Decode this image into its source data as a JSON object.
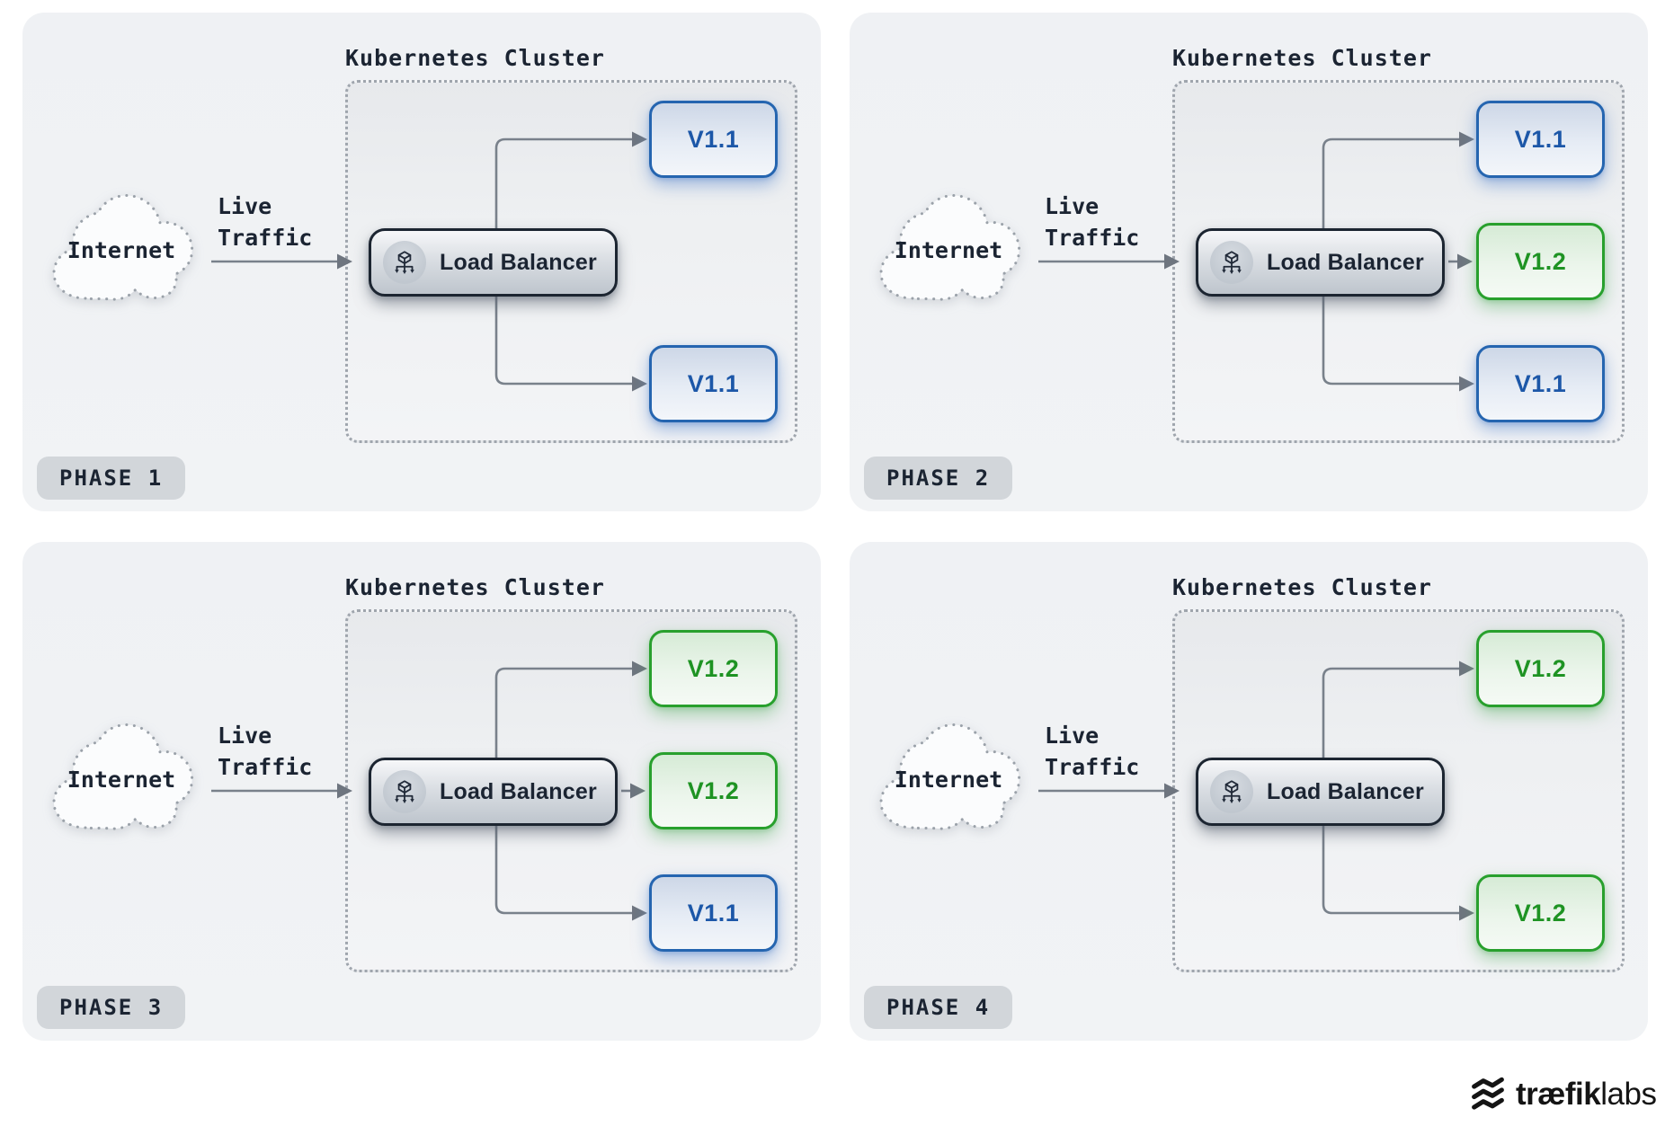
{
  "labels": {
    "cluster": "Kubernetes Cluster",
    "internet": "Internet",
    "live_traffic": "Live\nTraffic",
    "load_balancer": "Load Balancer"
  },
  "phases": [
    {
      "badge": "PHASE 1",
      "targets": [
        {
          "label": "V1.1",
          "variant": "blue",
          "slot": "top"
        },
        {
          "label": "V1.1",
          "variant": "blue",
          "slot": "bottom"
        }
      ]
    },
    {
      "badge": "PHASE 2",
      "targets": [
        {
          "label": "V1.1",
          "variant": "blue",
          "slot": "top"
        },
        {
          "label": "V1.2",
          "variant": "green",
          "slot": "middle"
        },
        {
          "label": "V1.1",
          "variant": "blue",
          "slot": "bottom"
        }
      ]
    },
    {
      "badge": "PHASE 3",
      "targets": [
        {
          "label": "V1.2",
          "variant": "green",
          "slot": "top"
        },
        {
          "label": "V1.2",
          "variant": "green",
          "slot": "middle"
        },
        {
          "label": "V1.1",
          "variant": "blue",
          "slot": "bottom"
        }
      ]
    },
    {
      "badge": "PHASE 4",
      "targets": [
        {
          "label": "V1.2",
          "variant": "green",
          "slot": "top"
        },
        {
          "label": "V1.2",
          "variant": "green",
          "slot": "bottom"
        }
      ]
    }
  ],
  "branding": {
    "logo_bold": "træfik",
    "logo_light": "labs"
  },
  "colors": {
    "panel_bg": "#f0f2f4",
    "old_version_blue": "#2565b0",
    "new_version_green": "#28a02d",
    "lb_border_navy": "#1c2531",
    "arrow_gray": "#79818b",
    "text_navy": "#1b2432"
  }
}
